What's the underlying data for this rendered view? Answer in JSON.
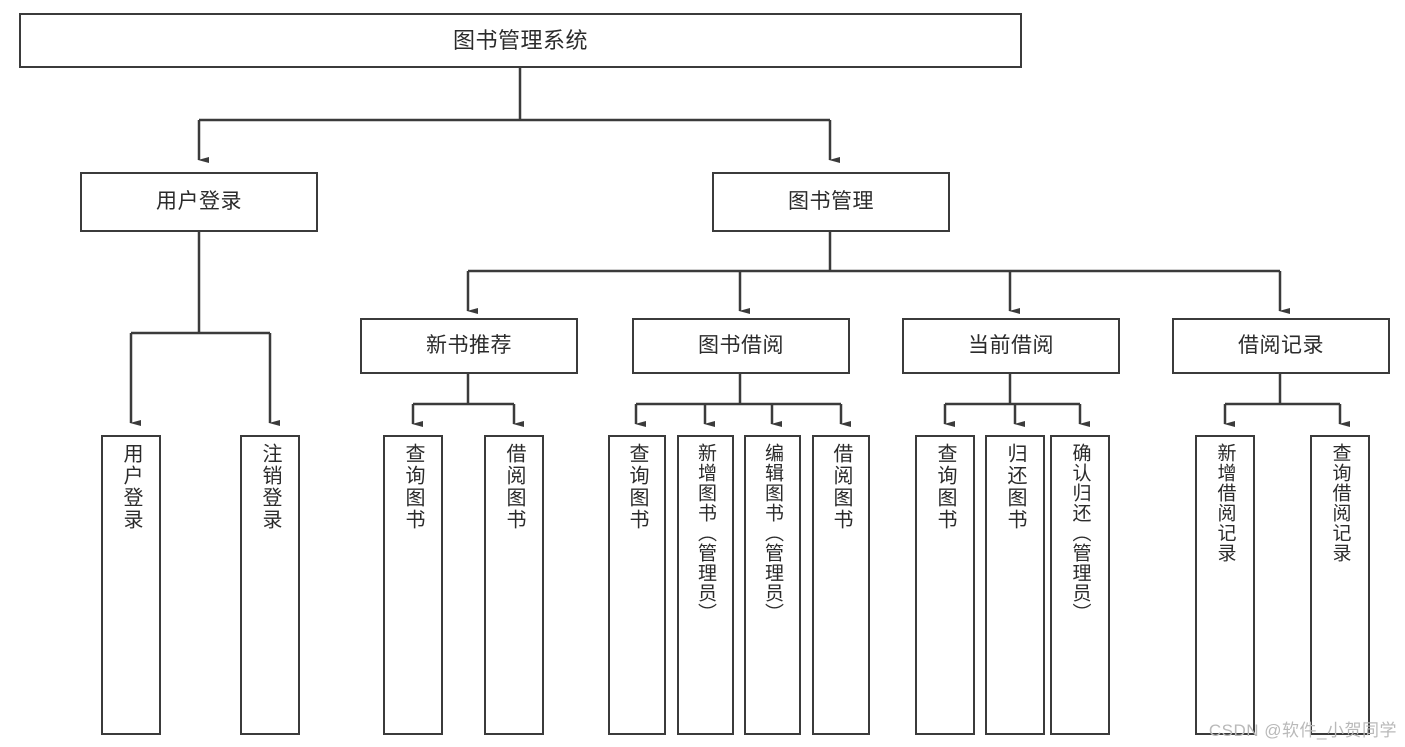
{
  "diagram": {
    "title": "图书管理系统",
    "type": "hierarchy-tree",
    "watermark": "CSDN @软件_小贺同学",
    "colors": {
      "stroke": "#3b3b3b",
      "text": "#2b2b2b",
      "background": "#ffffff",
      "watermark": "#b9b9b9"
    },
    "levels": [
      {
        "level": 0,
        "nodes": [
          {
            "id": "root",
            "label": "图书管理系统"
          }
        ]
      },
      {
        "level": 1,
        "nodes": [
          {
            "id": "user-login",
            "label": "用户登录",
            "parent": "root"
          },
          {
            "id": "book-manage",
            "label": "图书管理",
            "parent": "root"
          }
        ]
      },
      {
        "level": 2,
        "nodes": [
          {
            "id": "new-book-rec",
            "label": "新书推荐",
            "parent": "book-manage"
          },
          {
            "id": "book-borrow",
            "label": "图书借阅",
            "parent": "book-manage"
          },
          {
            "id": "current-borrow",
            "label": "当前借阅",
            "parent": "book-manage"
          },
          {
            "id": "borrow-record",
            "label": "借阅记录",
            "parent": "book-manage"
          }
        ]
      },
      {
        "level": 3,
        "nodes": [
          {
            "id": "leaf-user-login",
            "label": "用户登录",
            "parent": "user-login"
          },
          {
            "id": "leaf-logout",
            "label": "注销登录",
            "parent": "user-login"
          },
          {
            "id": "leaf-query-book-1",
            "label": "查询图书",
            "parent": "new-book-rec"
          },
          {
            "id": "leaf-borrow-book-1",
            "label": "借阅图书",
            "parent": "new-book-rec"
          },
          {
            "id": "leaf-query-book-2",
            "label": "查询图书",
            "parent": "book-borrow"
          },
          {
            "id": "leaf-add-book",
            "label": "新增图书（管理员）",
            "parent": "book-borrow"
          },
          {
            "id": "leaf-edit-book",
            "label": "编辑图书（管理员）",
            "parent": "book-borrow"
          },
          {
            "id": "leaf-borrow-book-2",
            "label": "借阅图书",
            "parent": "book-borrow"
          },
          {
            "id": "leaf-query-book-3",
            "label": "查询图书",
            "parent": "current-borrow"
          },
          {
            "id": "leaf-return-book",
            "label": "归还图书",
            "parent": "current-borrow"
          },
          {
            "id": "leaf-confirm-return",
            "label": "确认归还（管理员）",
            "parent": "current-borrow"
          },
          {
            "id": "leaf-add-record",
            "label": "新增借阅记录",
            "parent": "borrow-record"
          },
          {
            "id": "leaf-query-record",
            "label": "查询借阅记录",
            "parent": "borrow-record"
          }
        ]
      }
    ]
  }
}
